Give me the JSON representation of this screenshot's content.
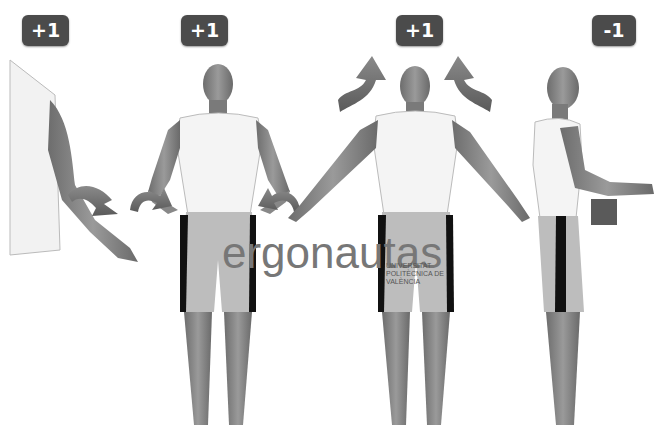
{
  "diagram": {
    "nodes": [
      {
        "text": [
          "+1"
        ]
      },
      {
        "text": [
          "+1"
        ]
      },
      {
        "text": [
          "+1"
        ]
      },
      {
        "text": [
          "-1"
        ]
      }
    ],
    "labels": [
      "ergonautas",
      "UNIVERSITAT POLITÈCNICA DE VALÈNCIA"
    ]
  }
}
